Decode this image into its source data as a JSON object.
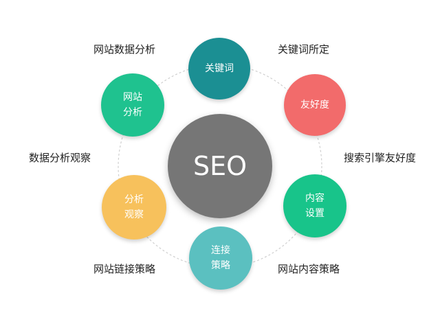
{
  "center": {
    "text": "SEO",
    "color": "#767676"
  },
  "nodes": [
    {
      "id": "keywords",
      "text": "关键词",
      "color": "#1b8f93"
    },
    {
      "id": "friendliness",
      "text": "友好度",
      "color": "#f26b6b"
    },
    {
      "id": "content-setup",
      "text": "内容\n设置",
      "color": "#18c48a"
    },
    {
      "id": "link-strategy",
      "text": "连接\n策略",
      "color": "#5bc0c0"
    },
    {
      "id": "analysis-observe",
      "text": "分析\n观察",
      "color": "#f7c15c"
    },
    {
      "id": "site-analysis",
      "text": "网站\n分析",
      "color": "#1fc28f"
    }
  ],
  "labels": {
    "keywords_location": "关键词所定",
    "search_engine_friendliness": "搜索引擎友好度",
    "site_content_strategy": "网站内容策略",
    "site_link_strategy": "网站链接策略",
    "data_analysis_observe": "数据分析观察",
    "site_data_analysis": "网站数据分析"
  },
  "ring_color": "#cfcfcf"
}
